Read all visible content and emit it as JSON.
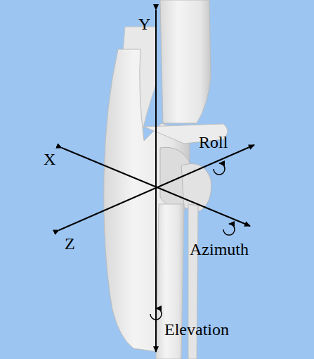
{
  "diagram": {
    "labels": [
      "Y",
      "Roll",
      "X",
      "Z",
      "Azimuth",
      "Elevation"
    ]
  }
}
